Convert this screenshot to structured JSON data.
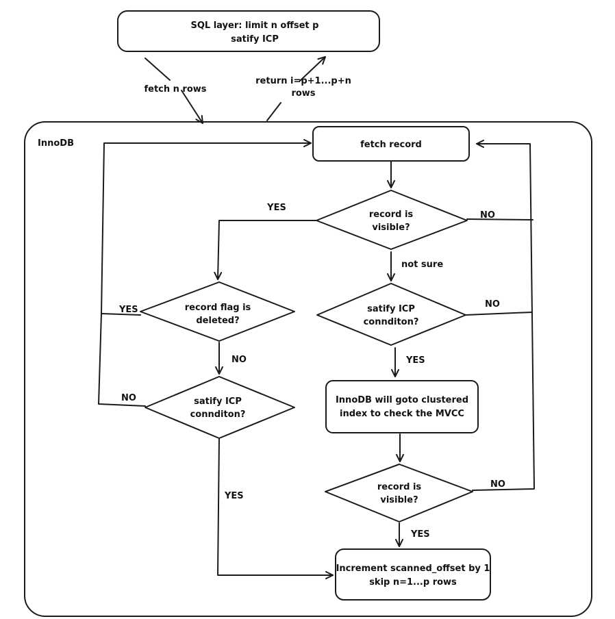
{
  "sql_layer": {
    "line1": "SQL layer: limit n offset p",
    "line2": "satify ICP"
  },
  "edges": {
    "fetch_n_rows": "fetch n rows",
    "return_line1": "return i=p+1...p+n",
    "return_line2": "rows"
  },
  "innodb_label": "InnoDB",
  "nodes": {
    "fetch_record": "fetch  record",
    "visible_1": {
      "line1": "record is",
      "line2": "visible?"
    },
    "flag_deleted": {
      "line1": "record flag is",
      "line2": "deleted?"
    },
    "icp_left": {
      "line1": "satify ICP",
      "line2": "connditon?"
    },
    "icp_right": {
      "line1": "satify ICP",
      "line2": "connditon?"
    },
    "clustered": {
      "line1": "InnoDB will goto clustered",
      "line2": "index to check the MVCC"
    },
    "visible_2": {
      "line1": "record is",
      "line2": "visible?"
    },
    "increment": {
      "line1": "Increment scanned_offset by 1",
      "line2": "skip n=1...p rows"
    }
  },
  "labels": {
    "yes_visible1": "YES",
    "no_visible1": "NO",
    "not_sure": "not sure",
    "yes_deleted": "YES",
    "no_deleted": "NO",
    "no_icp_left": "NO",
    "yes_icp_left": "YES",
    "no_icp_right": "NO",
    "yes_icp_right": "YES",
    "no_visible2": "NO",
    "yes_visible2": "YES"
  }
}
